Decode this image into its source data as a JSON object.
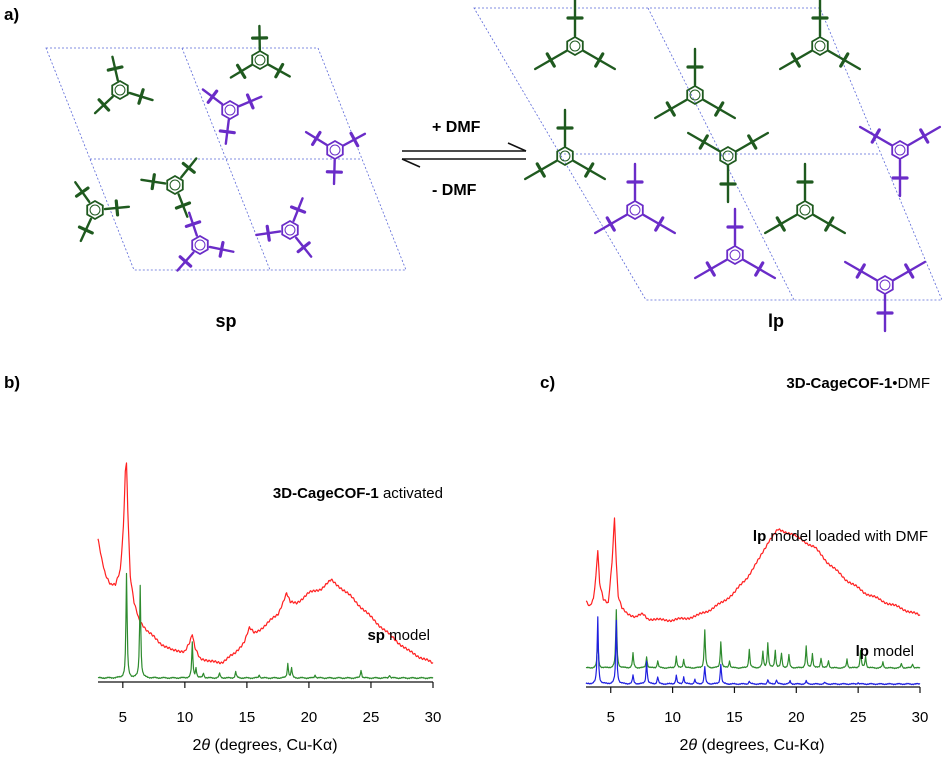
{
  "figure": {
    "panel_a": {
      "label": "a)",
      "left_structure_label": "sp",
      "right_structure_label": "lp",
      "forward_label": "+ DMF",
      "reverse_label": "- DMF"
    },
    "panel_b": {
      "label": "b)",
      "annotations": {
        "activated_bold": "3D-CageCOF-1",
        "activated_rest": " activated",
        "model_bold": "sp",
        "model_rest": " model"
      }
    },
    "panel_c": {
      "label": "c)",
      "annotations": {
        "dmf_bold": "3D-CageCOF-1",
        "dmf_rest": "•DMF",
        "loaded_bold": "lp",
        "loaded_rest": " model loaded with DMF",
        "model_bold": "lp",
        "model_rest": " model"
      }
    },
    "colors": {
      "experimental": "#ff2020",
      "sp_model": "#2e8b2e",
      "lp_loaded": "#2e8b2e",
      "lp_model": "#1f1fe0",
      "framework_green": "#1f5a1f",
      "framework_purple": "#6a2cc8",
      "unit_cell": "#5a67d8"
    }
  },
  "chart_data": [
    {
      "type": "line",
      "panel": "b",
      "xlabel_symbol": "2",
      "xlabel_theta": "θ",
      "xlabel_rest": " (degrees, Cu-Kα)",
      "ylabel": "",
      "xlim": [
        3,
        30
      ],
      "xticks": [
        5,
        10,
        15,
        20,
        25,
        30
      ],
      "series": [
        {
          "key": "activated",
          "color": "#ff2020",
          "x": [
            3,
            3.3,
            3.6,
            4.0,
            4.4,
            4.8,
            5.05,
            5.2,
            5.3,
            5.4,
            5.6,
            5.9,
            6.3,
            7.0,
            8.0,
            9.0,
            10.0,
            10.4,
            10.6,
            10.8,
            11.2,
            12.0,
            13.0,
            14.0,
            14.8,
            15.2,
            15.6,
            16.5,
            17.5,
            18.2,
            18.5,
            19.0,
            20.0,
            21.0,
            21.8,
            22.5,
            23.5,
            25.0,
            26.5,
            28.0,
            29.0,
            30.0
          ],
          "y": [
            10.2,
            9.0,
            8.0,
            7.3,
            7.3,
            8.3,
            11.0,
            14.5,
            14.9,
            12.0,
            7.8,
            6.2,
            5.2,
            4.4,
            3.7,
            3.2,
            3.2,
            3.7,
            4.2,
            3.4,
            2.8,
            2.5,
            2.5,
            3.0,
            3.8,
            4.6,
            4.3,
            4.8,
            5.5,
            6.8,
            6.2,
            6.2,
            6.8,
            7.1,
            7.6,
            7.2,
            6.5,
            5.3,
            4.2,
            3.2,
            2.8,
            2.4
          ]
        },
        {
          "key": "sp model",
          "color": "#2e8b2e",
          "baseline": 0.3,
          "peaks": [
            [
              5.3,
              6.5
            ],
            [
              6.4,
              5.8
            ],
            [
              10.6,
              2.2
            ],
            [
              10.9,
              0.6
            ],
            [
              11.5,
              0.3
            ],
            [
              12.8,
              0.3
            ],
            [
              14.1,
              0.4
            ],
            [
              16.0,
              0.2
            ],
            [
              18.3,
              0.9
            ],
            [
              18.6,
              0.6
            ],
            [
              20.5,
              0.2
            ],
            [
              24.2,
              0.5
            ],
            [
              26.5,
              0.2
            ]
          ]
        }
      ]
    },
    {
      "type": "line",
      "panel": "c",
      "xlabel_symbol": "2",
      "xlabel_theta": "θ",
      "xlabel_rest": " (degrees, Cu-Kα)",
      "ylabel": "",
      "xlim": [
        3,
        30
      ],
      "xticks": [
        5,
        10,
        15,
        20,
        25,
        30
      ],
      "series": [
        {
          "key": "3D-CageCOF-1•DMF",
          "color": "#ff2020",
          "x": [
            3,
            3.3,
            3.6,
            3.8,
            3.95,
            4.1,
            4.4,
            4.8,
            5.1,
            5.3,
            5.45,
            5.6,
            5.9,
            6.3,
            7.0,
            7.6,
            8.0,
            9.0,
            10.0,
            11.0,
            12.0,
            13.0,
            14.0,
            15.0,
            16.0,
            17.0,
            17.8,
            18.5,
            19.5,
            20.5,
            21.5,
            22.5,
            24.0,
            25.5,
            27.0,
            28.5,
            30.0
          ],
          "y": [
            11.3,
            11.0,
            11.5,
            13.0,
            14.8,
            12.5,
            11.4,
            11.2,
            14.0,
            17.0,
            14.0,
            11.6,
            10.8,
            10.5,
            10.2,
            10.4,
            10.1,
            10.0,
            10.0,
            10.1,
            10.3,
            10.7,
            11.2,
            11.9,
            12.9,
            14.2,
            15.5,
            16.2,
            16.0,
            15.5,
            15.0,
            14.0,
            12.8,
            11.9,
            11.3,
            10.8,
            10.3
          ]
        },
        {
          "key": "lp model loaded with DMF",
          "color": "#2e8b2e",
          "baseline": 5.0,
          "peaks": [
            [
              3.95,
              2.0
            ],
            [
              5.45,
              4.0
            ],
            [
              6.8,
              1.0
            ],
            [
              7.9,
              0.8
            ],
            [
              8.8,
              0.5
            ],
            [
              10.3,
              0.8
            ],
            [
              10.9,
              0.6
            ],
            [
              12.6,
              2.6
            ],
            [
              13.9,
              1.8
            ],
            [
              14.6,
              0.5
            ],
            [
              16.2,
              1.3
            ],
            [
              17.3,
              1.1
            ],
            [
              17.7,
              1.7
            ],
            [
              18.3,
              1.2
            ],
            [
              18.8,
              1.0
            ],
            [
              19.4,
              0.9
            ],
            [
              20.8,
              1.5
            ],
            [
              21.3,
              1.0
            ],
            [
              22.0,
              0.7
            ],
            [
              22.6,
              0.5
            ],
            [
              24.1,
              0.6
            ],
            [
              25.2,
              1.2
            ],
            [
              25.6,
              0.8
            ],
            [
              27.0,
              0.4
            ],
            [
              28.5,
              0.3
            ],
            [
              29.4,
              0.3
            ]
          ]
        },
        {
          "key": "lp model",
          "color": "#1f1fe0",
          "baseline": 0.4,
          "peaks": [
            [
              3.95,
              4.6
            ],
            [
              5.45,
              4.4
            ],
            [
              6.8,
              0.6
            ],
            [
              7.9,
              1.6
            ],
            [
              8.8,
              0.5
            ],
            [
              10.3,
              0.6
            ],
            [
              10.9,
              0.5
            ],
            [
              11.8,
              0.3
            ],
            [
              12.6,
              1.2
            ],
            [
              13.9,
              1.4
            ],
            [
              16.2,
              0.2
            ],
            [
              17.7,
              0.3
            ],
            [
              18.4,
              0.3
            ],
            [
              19.5,
              0.2
            ],
            [
              20.8,
              0.2
            ],
            [
              22.3,
              0.1
            ],
            [
              25.0,
              0.1
            ]
          ]
        }
      ]
    }
  ]
}
